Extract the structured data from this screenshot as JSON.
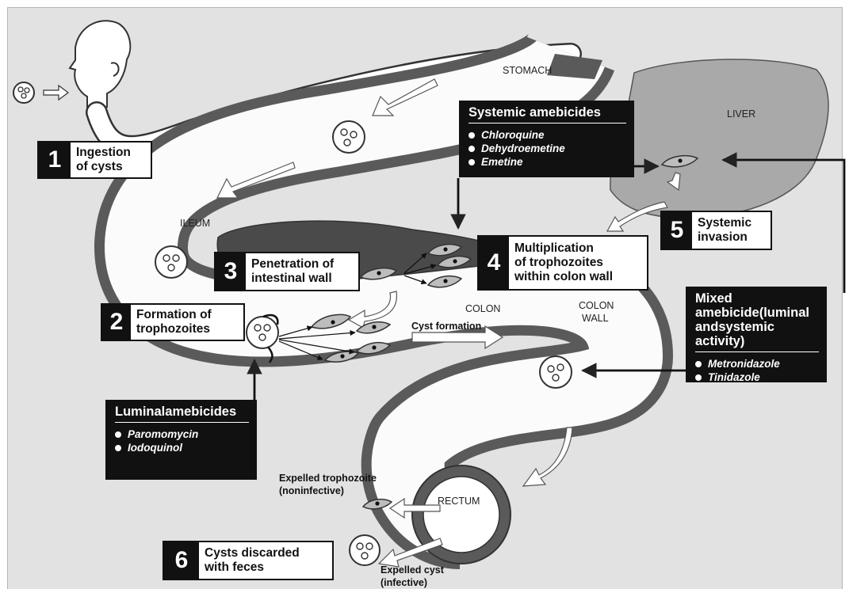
{
  "organs": {
    "stomach": "STOMACH",
    "liver": "LIVER",
    "ileum": "ILEUM",
    "colon": "COLON",
    "colon_wall": "COLON\nWALL",
    "rectum": "RECTUM"
  },
  "flow_labels": {
    "cyst_formation": "Cyst formation",
    "expelled_trophozoite": "Expelled trophozoite\n(noninfective)",
    "expelled_cyst": "Expelled cyst\n(infective)"
  },
  "steps": [
    {
      "num": "1",
      "label": "Ingestion\nof cysts"
    },
    {
      "num": "2",
      "label": "Formation of\ntrophozoites"
    },
    {
      "num": "3",
      "label": "Penetration of\nintestinal wall"
    },
    {
      "num": "4",
      "label": "Multiplication\nof trophozoites\nwithin colon wall"
    },
    {
      "num": "5",
      "label": "Systemic\ninvasion"
    },
    {
      "num": "6",
      "label": "Cysts discarded\nwith feces"
    }
  ],
  "drug_boxes": {
    "systemic": {
      "title": "Systemic amebicides",
      "drugs": [
        "Chloroquine",
        "Dehydroemetine",
        "Emetine"
      ]
    },
    "luminal": {
      "title": "Luminal\namebicides",
      "drugs": [
        "Paromomycin",
        "Iodoquinol"
      ]
    },
    "mixed": {
      "title": "Mixed amebicide\n(luminal and\nsystemic activity)",
      "drugs": [
        "Metronidazole",
        "Tinidazole"
      ]
    }
  }
}
